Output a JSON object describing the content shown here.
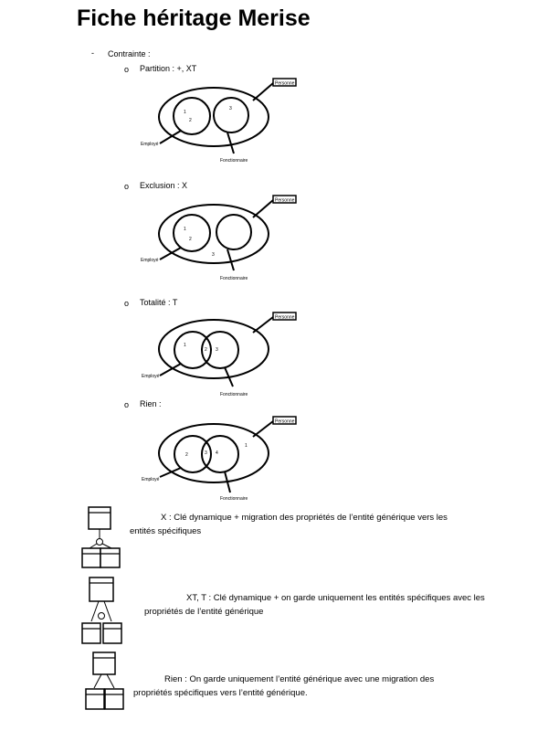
{
  "title": "Fiche héritage Merise",
  "contrainte_label": "Contrainte :",
  "bullet_dash": "-",
  "sub_bullet": "o",
  "sections": [
    {
      "label": "Partition : +, XT",
      "personne": "Personne",
      "employe": "Employé",
      "fonctionnaire": "Fonctionnaire",
      "numbers": [
        "1",
        "2",
        "3"
      ]
    },
    {
      "label": "Exclusion : X",
      "personne": "Personne",
      "employe": "Employé",
      "fonctionnaire": "Fonctionnaire",
      "numbers": [
        "1",
        "2",
        "3"
      ]
    },
    {
      "label": "Totalité : T",
      "personne": "Personne",
      "employe": "Employé",
      "fonctionnaire": "Fonctionnaire",
      "numbers": [
        "1",
        "2",
        "3"
      ]
    },
    {
      "label": "Rien :",
      "personne": "Personne",
      "employe": "Employé",
      "fonctionnaire": "Fonctionnaire",
      "numbers": [
        "2",
        "3",
        "4",
        "1"
      ]
    }
  ],
  "descriptions": [
    {
      "line1": "X : Clé dynamique + migration des propriétés de l’entité générique vers les",
      "line2": "entités spécifiques"
    },
    {
      "line1": "XT, T : Clé dynamique + on garde uniquement les entités spécifiques avec les",
      "line2": "propriétés de l’entité générique"
    },
    {
      "line1": "Rien : On garde uniquement l’entité générique avec une migration des",
      "line2": "propriétés spécifiques vers l’entité générique."
    }
  ]
}
